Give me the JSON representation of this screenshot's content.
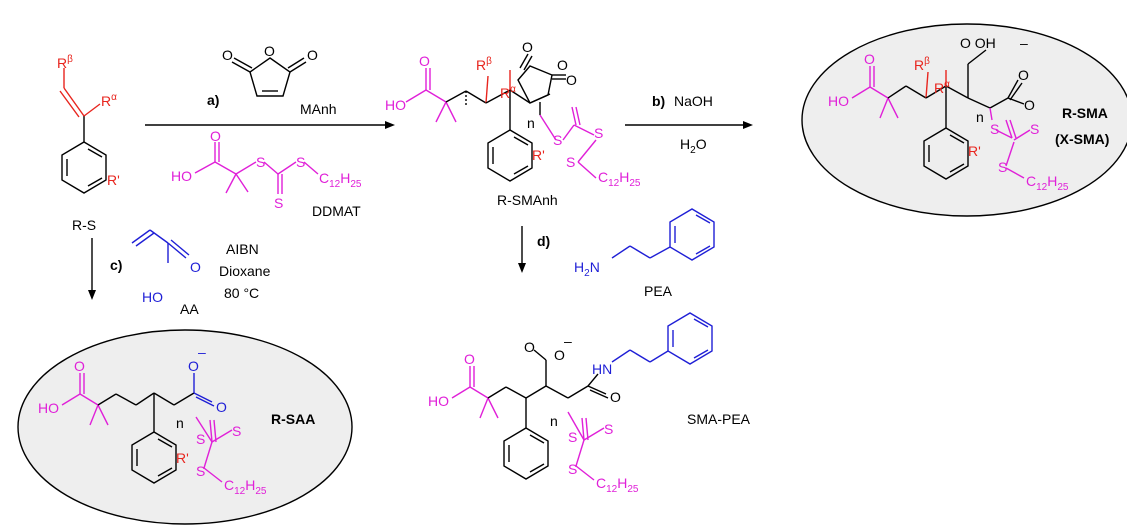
{
  "compounds": {
    "rs": {
      "name": "R-S",
      "r_beta": "R",
      "r_alpha": "R",
      "beta_sym": "β",
      "alpha_sym": "α",
      "r_prime": "R'"
    },
    "manh": {
      "name": "MAnh",
      "o1": "O",
      "o2": "O",
      "o3": "O"
    },
    "ddmat": {
      "name": "DDMAT",
      "ho": "HO",
      "o": "O",
      "s1": "S",
      "s2": "S",
      "s3": "S",
      "chain": "C",
      "chain_sub": "12",
      "chain_h": "H",
      "chain_h_sub": "25"
    },
    "aa": {
      "name": "AA",
      "ho": "HO",
      "o": "O"
    },
    "rsmanh": {
      "name": "R-SMAnh",
      "ho": "HO",
      "o": "O",
      "o_ring1": "O",
      "o_ring2": "O",
      "o_ring3": "O",
      "n": "n",
      "s1": "S",
      "s2": "S",
      "s3": "S",
      "chain": "C",
      "chain_sub": "12",
      "chain_h": "H",
      "chain_h_sub": "25",
      "r_prime": "R'"
    },
    "rsma": {
      "name": "R-SMA",
      "name2": "(X-SMA)",
      "ho": "HO",
      "o": "O",
      "oh": "O  OH",
      "minus": "–",
      "o_carb": "O",
      "o_minus": "O",
      "n": "n",
      "s1": "S",
      "s2": "S",
      "s3": "S",
      "chain": "C",
      "chain_sub": "12",
      "chain_h": "H",
      "chain_h_sub": "25",
      "r_prime": "R'"
    },
    "pea": {
      "name": "PEA",
      "h2n": "H",
      "h2n_sub": "2",
      "n": "N"
    },
    "rsaa": {
      "name": "R-SAA",
      "ho": "HO",
      "o": "O",
      "o_minus": "O",
      "minus": "–",
      "o_blue": "O",
      "n": "n",
      "s1": "S",
      "s2": "S",
      "s3": "S",
      "chain": "C",
      "chain_sub": "12",
      "chain_h": "H",
      "chain_h_sub": "25",
      "r_prime": "R'"
    },
    "smapea": {
      "name": "SMA-PEA",
      "ho": "HO",
      "o": "O",
      "o_minus": "O",
      "minus": "–",
      "hn": "HN",
      "o_amide": "O",
      "n": "n",
      "s1": "S",
      "s2": "S",
      "s3": "S",
      "chain": "C",
      "chain_sub": "12",
      "chain_h": "H",
      "chain_h_sub": "25"
    }
  },
  "reactions": {
    "a": {
      "label": "a)"
    },
    "b": {
      "label": "b)",
      "reagent": "NaOH",
      "solvent": "H",
      "solvent_sub": "2",
      "solvent_end": "O"
    },
    "c": {
      "label": "c)"
    },
    "d": {
      "label": "d)"
    },
    "conditions": [
      "AIBN",
      "Dioxane",
      "80 °C"
    ]
  }
}
